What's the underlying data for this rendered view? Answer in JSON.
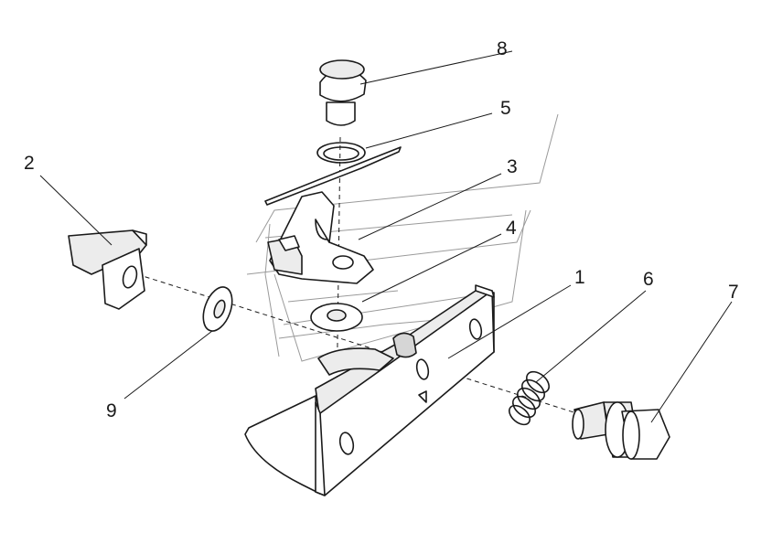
{
  "diagram": {
    "type": "exploded-assembly",
    "callouts": {
      "c1": "1",
      "c2": "2",
      "c3": "3",
      "c4": "4",
      "c5": "5",
      "c6": "6",
      "c7": "7",
      "c8": "8",
      "c9": "9"
    }
  }
}
